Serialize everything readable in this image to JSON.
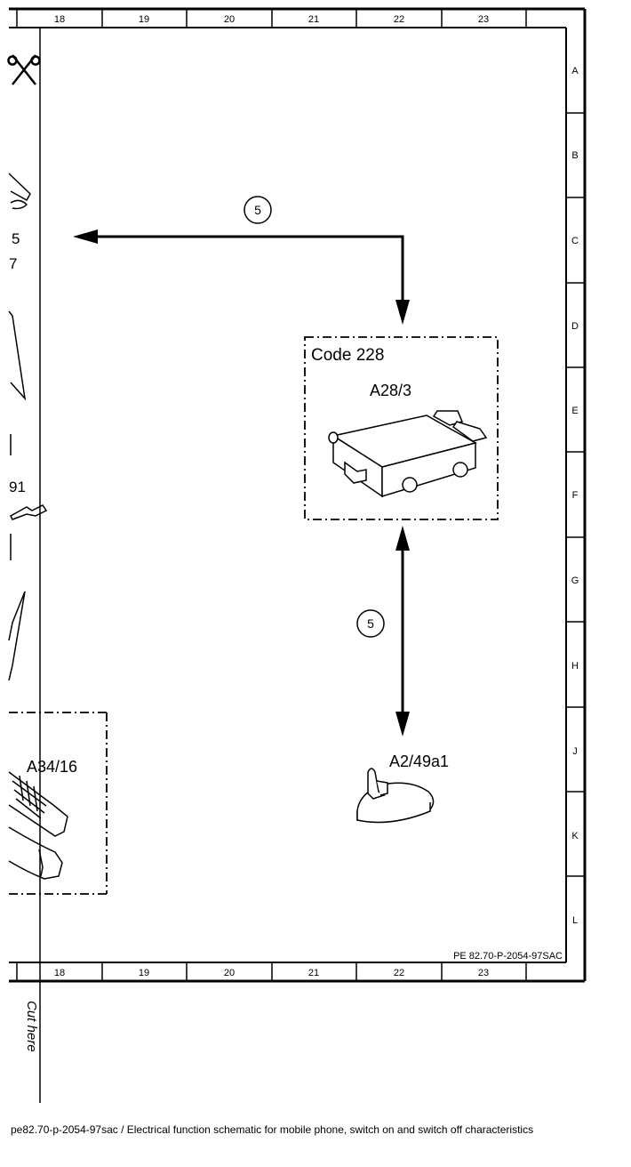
{
  "frame": {
    "columns": [
      "18",
      "19",
      "20",
      "21",
      "22",
      "23"
    ],
    "rows": [
      "A",
      "B",
      "C",
      "D",
      "E",
      "F",
      "G",
      "H",
      "J",
      "K",
      "L"
    ],
    "drawing_number": "PE 82.70-P-2054-97SAC"
  },
  "left_fragments": {
    "num_5": "5",
    "num_7": "7",
    "num_91": "91",
    "a34_label": "A34/16"
  },
  "components": {
    "code_label": "Code 228",
    "module_label": "A28/3",
    "antenna_label": "A2/49a1"
  },
  "connections": {
    "top_circle": "5",
    "vertical_circle": "5"
  },
  "cut_here": "Cut here",
  "caption": "pe82.70-p-2054-97sac / Electrical function schematic for mobile phone, switch on and switch off characteristics"
}
